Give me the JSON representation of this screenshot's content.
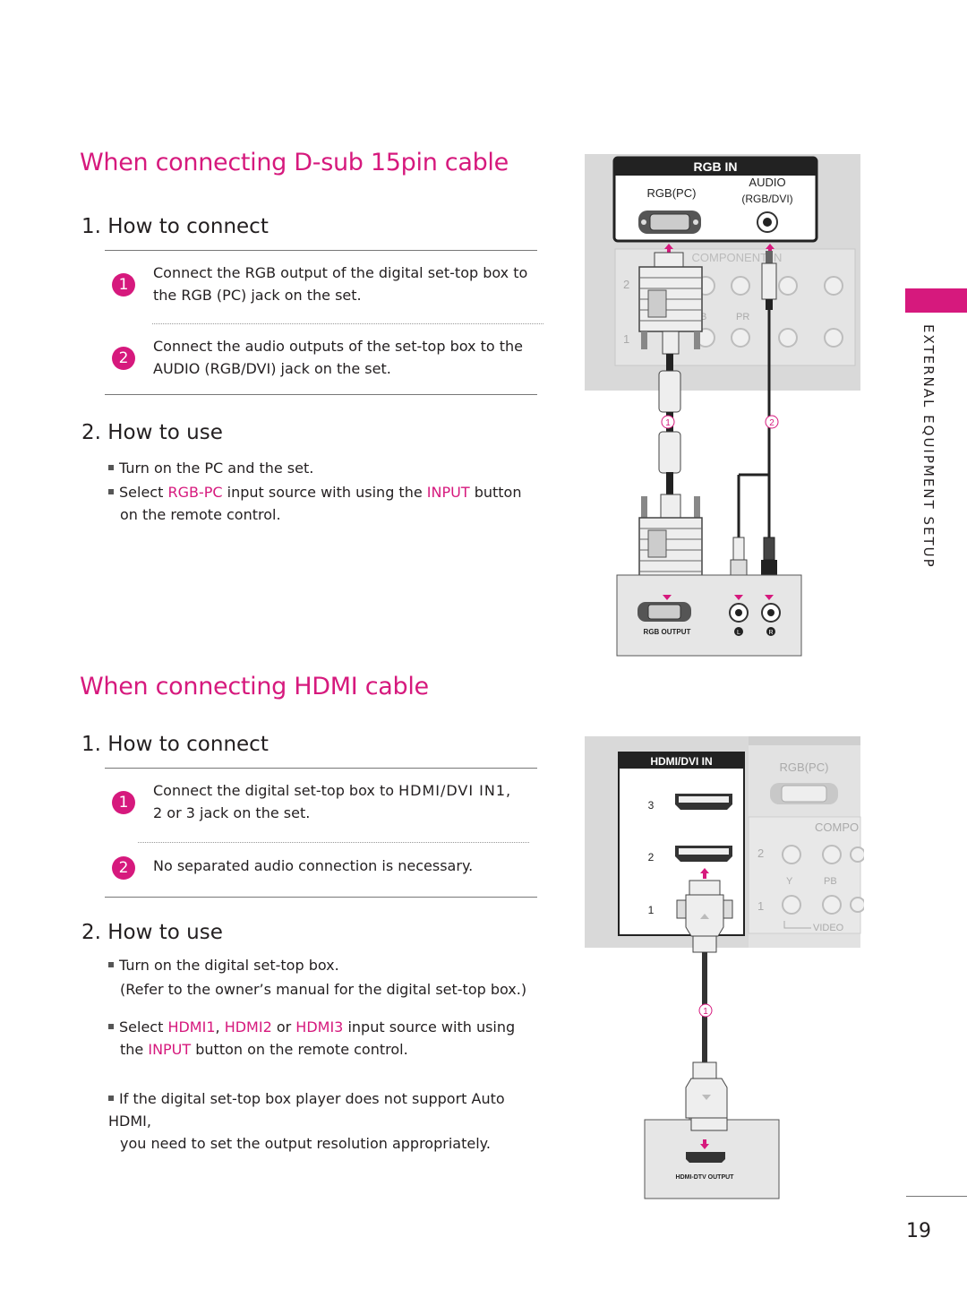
{
  "section1": {
    "title": "When connecting D-sub 15pin cable",
    "connect": {
      "heading": "1. How to connect",
      "steps": [
        {
          "num": "1",
          "line1": "Connect the RGB output of the digital set-top box to",
          "line2_pre": "the ",
          "line2_bold": "RGB (PC)",
          "line2_post": " jack on the set."
        },
        {
          "num": "2",
          "line1": "Connect the audio outputs of the set-top box to the",
          "line2_bold": "AUDIO (RGB/DVI)",
          "line2_post": " jack on the set."
        }
      ]
    },
    "use": {
      "heading": "2. How to use",
      "bullets": [
        {
          "text": "Turn on the PC and the set."
        },
        {
          "pre": "Select ",
          "hl1": "RGB-PC",
          "mid": " input source with using the ",
          "hl2": "INPUT",
          "post": " button",
          "line2": "on the remote control."
        }
      ]
    },
    "diagram": {
      "panel_title": "RGB  IN",
      "rgbpc_label": "RGB(PC)",
      "audio_label": "AUDIO",
      "audio_sub_label": "(RGB/DVI)",
      "component_label": "COMPONENT IN",
      "row2": "2",
      "row1": "1",
      "pr_label": "PR",
      "y_label": "B",
      "marker1": "1",
      "marker2": "2",
      "device_label": "RGB OUTPUT",
      "l_label": "L",
      "r_label": "R"
    }
  },
  "section2": {
    "title": "When connecting HDMI cable",
    "connect": {
      "heading": "1. How to connect",
      "steps": [
        {
          "num": "1",
          "line1_pre": "Connect the digital set-top box to ",
          "line1_bold": "HDMI/DVI IN1",
          "line1_post": ",",
          "line2_bold1": "2",
          "line2_mid": " or ",
          "line2_bold2": "3",
          "line2_post": " jack on the set."
        },
        {
          "num": "2",
          "line1": "No separated audio connection is necessary."
        }
      ]
    },
    "use": {
      "heading": "2. How to use",
      "bullets": [
        {
          "text": "Turn on the digital set-top box.",
          "line2": "(Refer to the owner’s manual for the digital set-top box.)"
        },
        {
          "pre": "Select ",
          "hl1": "HDMI1",
          "sep1": ", ",
          "hl2": "HDMI2",
          "sep2": " or ",
          "hl3": "HDMI3",
          "post": " input source with using",
          "line2_pre": "the ",
          "line2_hl": "INPUT",
          "line2_post": " button on the remote control."
        },
        {
          "text": "If the digital set-top box player does not support Auto HDMI,",
          "line2": "you need to set the output resolution appropriately."
        }
      ]
    },
    "diagram": {
      "panel_title": "HDMI/DVI IN",
      "port3": "3",
      "port2": "2",
      "port1": "1",
      "rgbpc_label": "RGB(PC)",
      "comp_label": "COMPO",
      "row2": "2",
      "row1": "1",
      "y_label": "Y",
      "pb_label": "PB",
      "video_label": "VIDEO",
      "marker1": "1",
      "device_label": "HDMI-DTV OUTPUT"
    }
  },
  "sidebar": {
    "label": "EXTERNAL EQUIPMENT SETUP"
  },
  "page_number": "19",
  "colors": {
    "accent": "#d6197d",
    "text": "#231f20",
    "panel_gray": "#d9d9d9"
  }
}
